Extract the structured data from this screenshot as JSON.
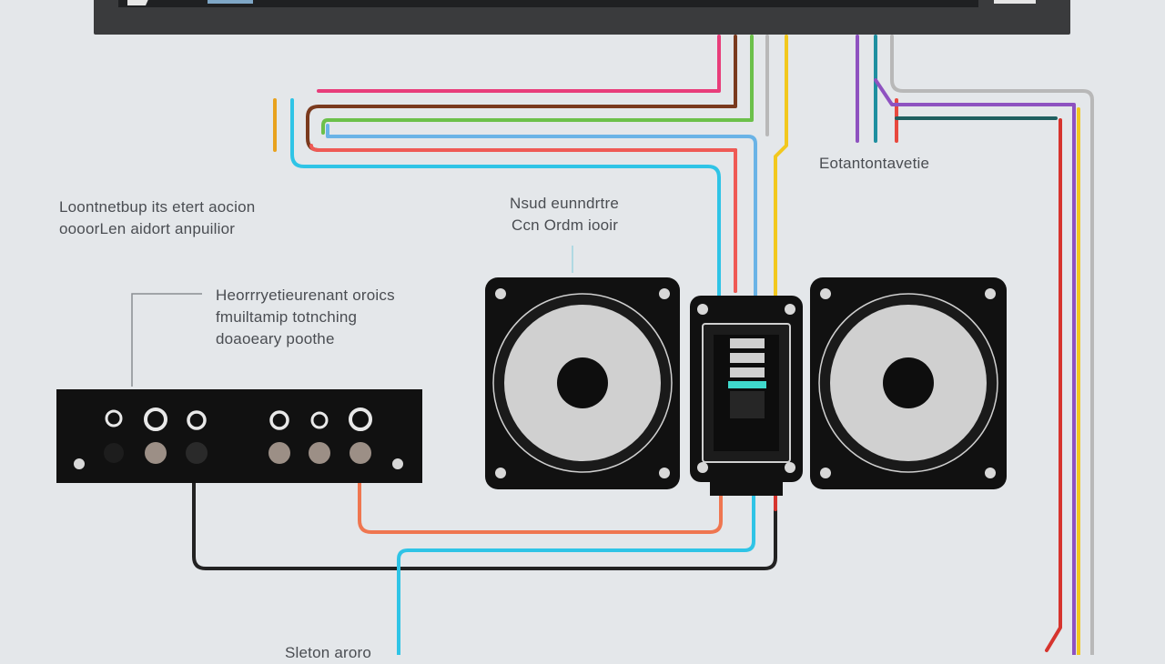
{
  "colors": {
    "background": "#e4e7ea",
    "device_black": "#111111",
    "speaker_cone": "#d0d0d0",
    "wire_pink": "#e83d7a",
    "wire_brown": "#7a3a1e",
    "wire_green": "#6cc04a",
    "wire_gray": "#b8b8b8",
    "wire_yellow": "#f2c81e",
    "wire_blue": "#6ab3e6",
    "wire_cyan": "#2fc4e6",
    "wire_red": "#e8483e",
    "wire_orange": "#ef7650",
    "wire_purple": "#8e52c0",
    "wire_teal": "#1f8fa0",
    "wire_dark": "#222222",
    "indicator_teal": "#3fd8cc"
  },
  "labels": {
    "amp_top": [
      "Loontnetbup its etert aocion",
      "oooorLen aidort anpuilior"
    ],
    "amp_note": [
      "Heorrryetieurenant oroics",
      "fmuiltamip totnching",
      "doaoeary poothe"
    ],
    "speaker_top": [
      "Nsud eunndrtre",
      "Ccn Ordm iooir"
    ],
    "right_top": [
      "Eotantontavetie"
    ],
    "bottom": [
      "Sleton aroro"
    ]
  },
  "icons": {
    "speaker_left": "speaker-icon",
    "speaker_right": "speaker-icon",
    "crossover": "crossover-module-icon",
    "head_unit": "head-unit-icon",
    "amplifier": "amplifier-icon"
  }
}
